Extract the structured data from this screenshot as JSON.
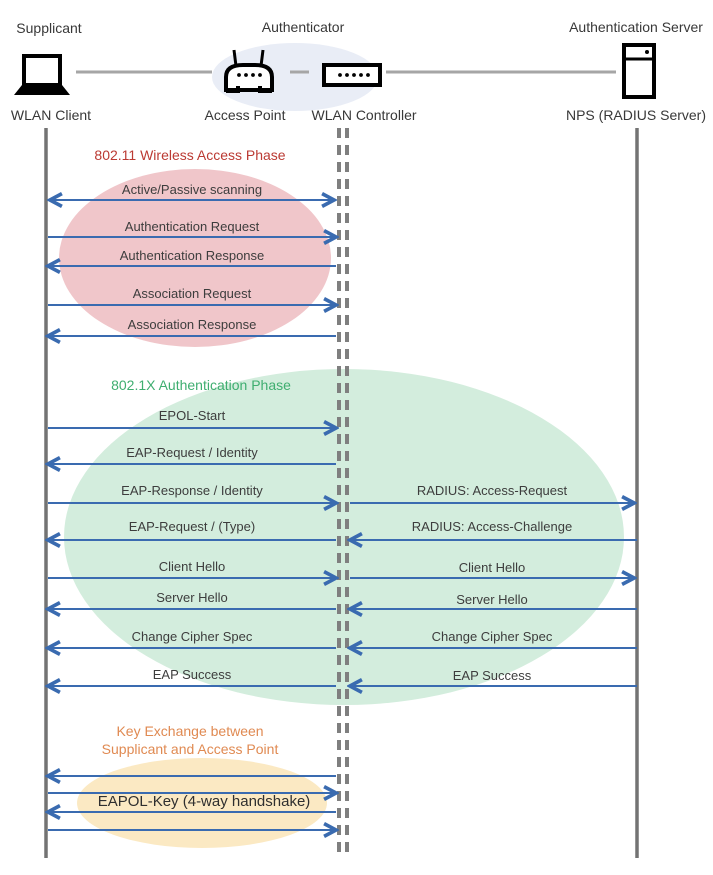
{
  "diagram": {
    "roles": [
      "Supplicant",
      "Authenticator",
      "Authentication Server"
    ],
    "devices": [
      "WLAN Client",
      "Access Point",
      "WLAN Controller",
      "NPS (RADIUS Server)"
    ],
    "phases": {
      "phase1_title": "802.11 Wireless Access Phase",
      "phase2_title": "802.1X Authentication Phase",
      "phase3_title_line1": "Key Exchange between",
      "phase3_title_line2": "Supplicant and Access Point"
    },
    "messages": [
      "Active/Passive scanning",
      "Authentication Request",
      "Authentication Response",
      "Association Request",
      "Association Response",
      "EPOL-Start",
      "EAP-Request / Identity",
      "EAP-Response / Identity",
      "EAP-Request / (Type)",
      "Client Hello",
      "Server Hello",
      "Change Cipher Spec",
      "EAP Success"
    ],
    "radius_messages": [
      "RADIUS: Access-Request",
      "RADIUS: Access-Challenge",
      "Client Hello",
      "Server Hello",
      "Change Cipher Spec",
      "EAP Success"
    ],
    "key_exchange_label": "EAPOL-Key (4-way handshake)",
    "colors": {
      "arrow": "#3a6bb0",
      "lifeline": "#737373",
      "dashed_lifeline": "#7f7f7f",
      "connector": "#a6a6a6",
      "phase1_text": "#bb3a33",
      "phase2_text": "#3fae70",
      "phase3_text": "#e08a52",
      "phase1_fill": "#f0c6ca",
      "phase2_fill": "#d3eddd",
      "phase3_fill": "#fbe9c3",
      "authenticator_fill": "#e9edf6"
    }
  }
}
